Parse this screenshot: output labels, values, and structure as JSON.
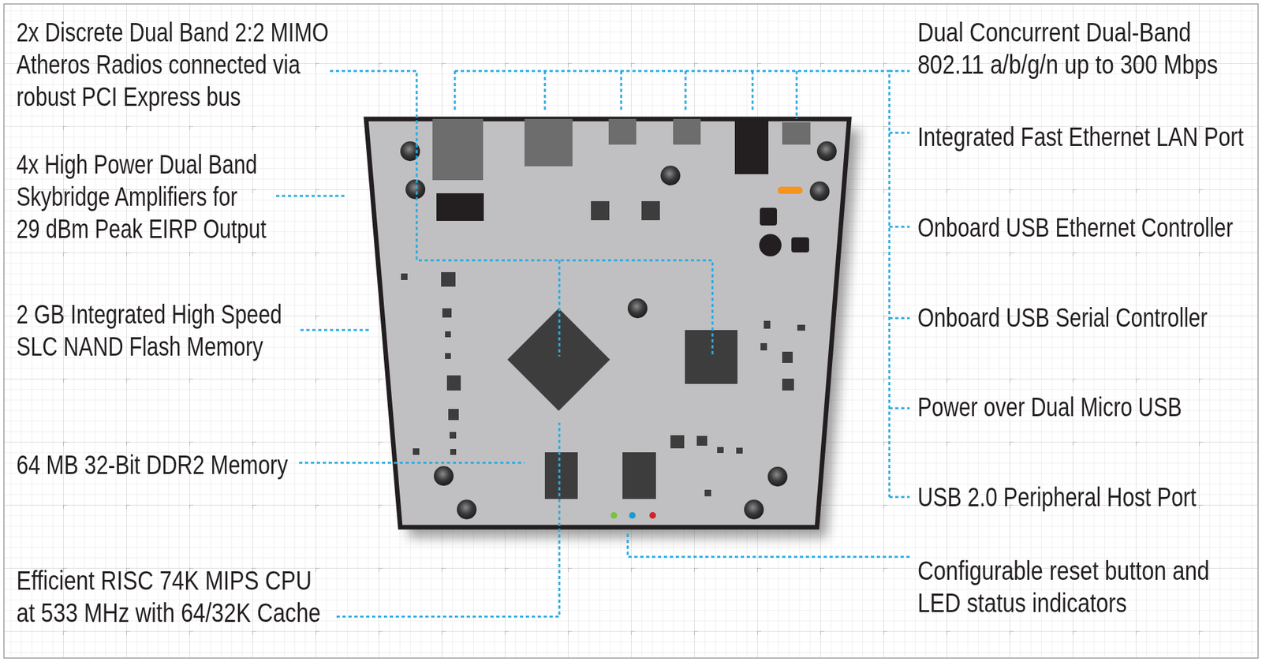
{
  "diagram": {
    "labels": [
      "2x Discrete Dual Band 2:2 MIMO Atheros Radios connected via robust PCI Express bus",
      "Dual Concurrent Dual-Band 802.11 a/b/g/n up to 300 Mbps",
      "Integrated Fast Ethernet LAN Port",
      "4x High Power Dual Band Skybridge Amplifiers for 29 dBm Peak EIRP Output",
      "Onboard USB Ethernet Controller",
      "2 GB Integrated High Speed SLC NAND Flash Memory",
      "Onboard USB Serial Controller",
      "Power over Dual Micro USB",
      "64 MB 32-Bit DDR2 Memory",
      "USB 2.0 Peripheral Host Port",
      "Configurable reset button and LED status indicators",
      "Efficient RISC 74K MIPS CPU at 533 MHz with 64/32K Cache"
    ]
  }
}
